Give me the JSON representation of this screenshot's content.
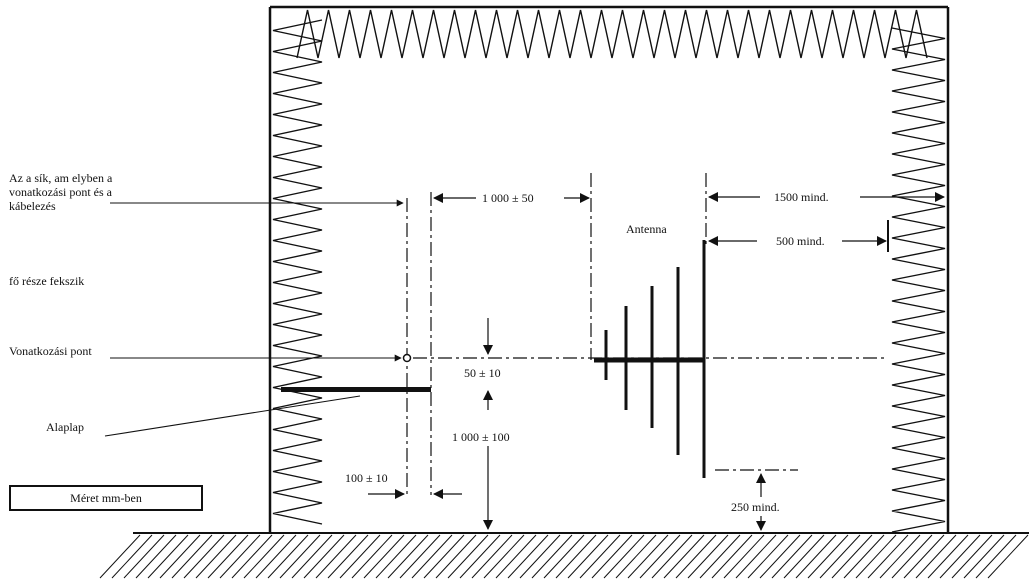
{
  "labels": {
    "plane_line1": "Az a sík, am elyben a",
    "plane_line2": "vonatkozási pont és a",
    "plane_line3": "kábelezés",
    "plane_line4": "fő része fekszik",
    "reference_point": "Vonatkozási pont",
    "ground_plane": "Alaplap",
    "antenna": "Antenna",
    "legend": "Méret mm-ben"
  },
  "dimensions": {
    "distance_antenna": "1 000 ± 50",
    "wall_distance": "1500 mind.",
    "antenna_to_wall": "500 mind.",
    "height_offset": "50 ± 10",
    "table_height": "1 000 ± 100",
    "cable_offset": "100 ± 10",
    "floor_clearance": "250 mind."
  }
}
